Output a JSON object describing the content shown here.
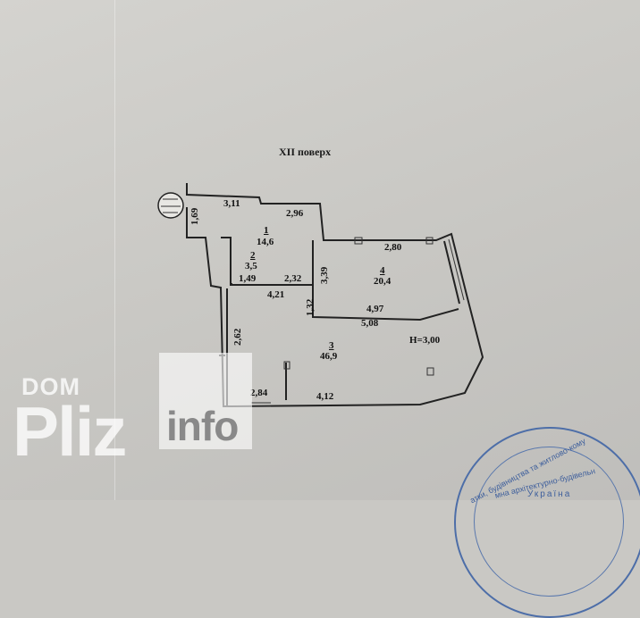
{
  "floor_title": "XII поверх",
  "dims": {
    "d311": "3,11",
    "d169": "1,69",
    "d296": "2,96",
    "d280": "2,80",
    "d339": "3,39",
    "d149": "1,49",
    "d232": "2,32",
    "d421": "4,21",
    "d132": "1,32",
    "d497": "4,97",
    "d508": "5,08",
    "d262": "2,62",
    "d284": "2,84",
    "d412": "4,12"
  },
  "rooms": [
    {
      "no": "1",
      "area": "14,6"
    },
    {
      "no": "2",
      "area": "3,5"
    },
    {
      "no": "3",
      "area": "46,9"
    },
    {
      "no": "4",
      "area": "20,4"
    }
  ],
  "height_label": "H=3,00",
  "watermark": {
    "top": "DOM",
    "main": "Pliz",
    "suffix": "info"
  },
  "stamp": {
    "line1": "атки, будівництва та житлово-кому",
    "line2": "мна архітектурно-будівельн",
    "line3": "Україна"
  }
}
